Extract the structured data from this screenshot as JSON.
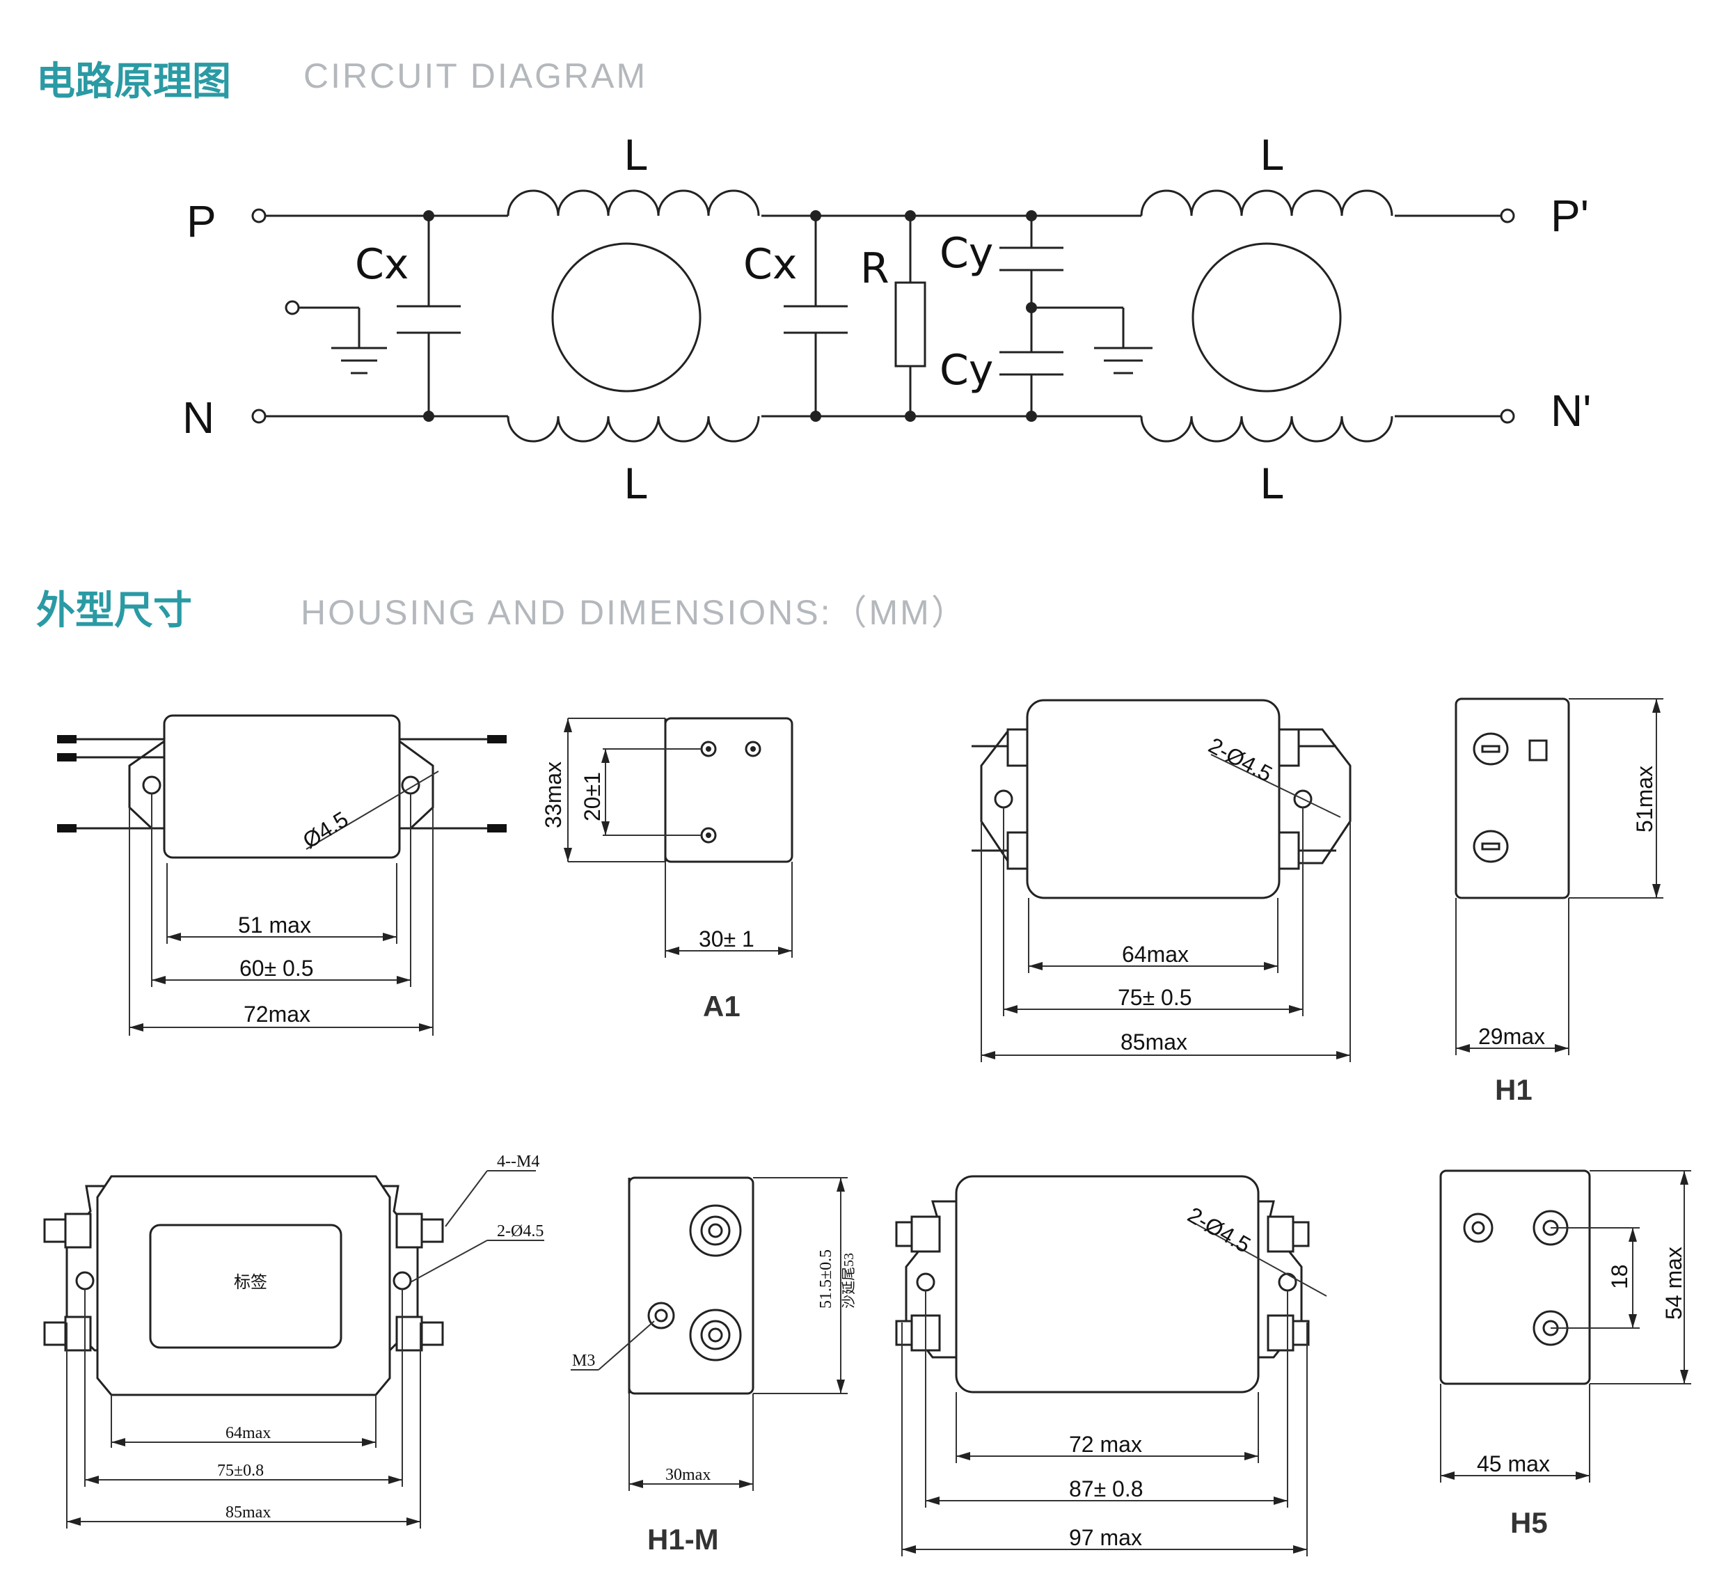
{
  "colors": {
    "accent": "#2a9aa4",
    "subtitle": "#b4b8bc",
    "line": "#222222"
  },
  "section1": {
    "title_cn": "电路原理图",
    "title_en": "CIRCUIT DIAGRAM"
  },
  "section2": {
    "title_cn": "外型尺寸",
    "title_en": "HOUSING AND DIMENSIONS:（MM）"
  },
  "circuit": {
    "terminals": {
      "p_in": "P",
      "n_in": "N",
      "p_out": "P'",
      "n_out": "N'"
    },
    "components": {
      "cx1": "Cx",
      "cx2": "Cx",
      "r": "R",
      "cy1": "Cy",
      "cy2": "Cy",
      "l_top_left": "L",
      "l_top_right": "L",
      "l_bot_left": "L",
      "l_bot_right": "L"
    }
  },
  "models": {
    "a1": {
      "name": "A1",
      "d1": "51 max",
      "d2": "60± 0.5",
      "d3": "72max",
      "hole": "Ø4.5",
      "side_height": "33max",
      "side_pitch": "20±1",
      "side_width": "30± 1"
    },
    "h1": {
      "name": "H1",
      "d1": "64max",
      "d2": "75± 0.5",
      "d3": "85max",
      "hole": "2-Ø4.5",
      "side_height": "51max",
      "side_width": "29max"
    },
    "h1m": {
      "name": "H1-M",
      "d1": "64max",
      "d2": "75±0.8",
      "d3": "85max",
      "screw": "4--M4",
      "hole": "2-Ø4.5",
      "label": "标签",
      "side_height": "51.5±0.5",
      "side_note": "沙延尾53",
      "side_screw": "M3",
      "side_width": "30max"
    },
    "h5": {
      "name": "H5",
      "d1": "72 max",
      "d2": "87± 0.8",
      "d3": "97 max",
      "hole": "2-Ø4.5",
      "side_height": "54 max",
      "side_pitch": "18",
      "side_width": "45 max"
    }
  }
}
